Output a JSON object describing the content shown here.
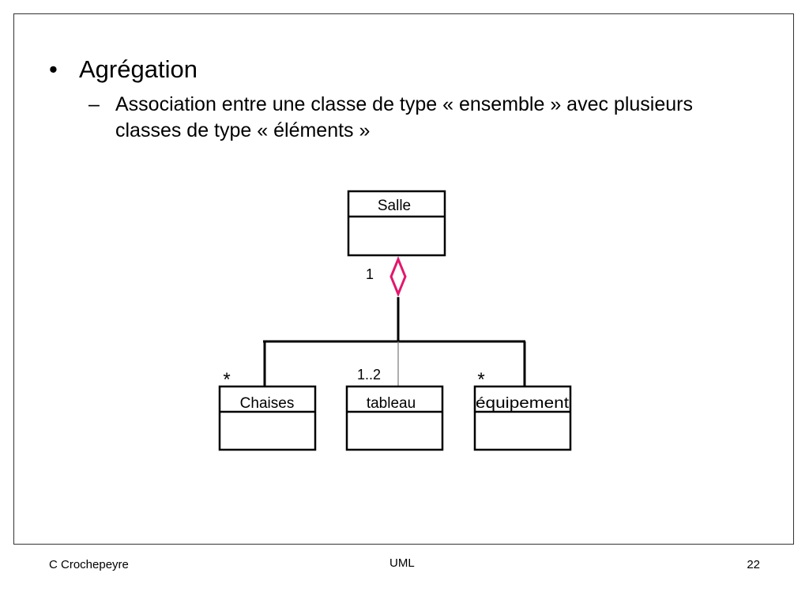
{
  "slide": {
    "bullet": "Agrégation",
    "sub_bullet": "Association entre une classe de type « ensemble » avec plusieurs classes de type « éléments »",
    "bullet_symbol": "•",
    "dash_symbol": "–"
  },
  "diagram": {
    "aggregate_class": "Salle",
    "aggregate_multiplicity": "1",
    "parts": [
      {
        "name": "Chaises",
        "multiplicity": "*"
      },
      {
        "name": "tableau",
        "multiplicity": "1..2"
      },
      {
        "name": "équipement",
        "multiplicity": "*"
      }
    ],
    "diamond_color": "#e0186c",
    "line_color": "#000000"
  },
  "footer": {
    "author": "C Crochepeyre",
    "subject": "UML",
    "page_number": "22"
  }
}
